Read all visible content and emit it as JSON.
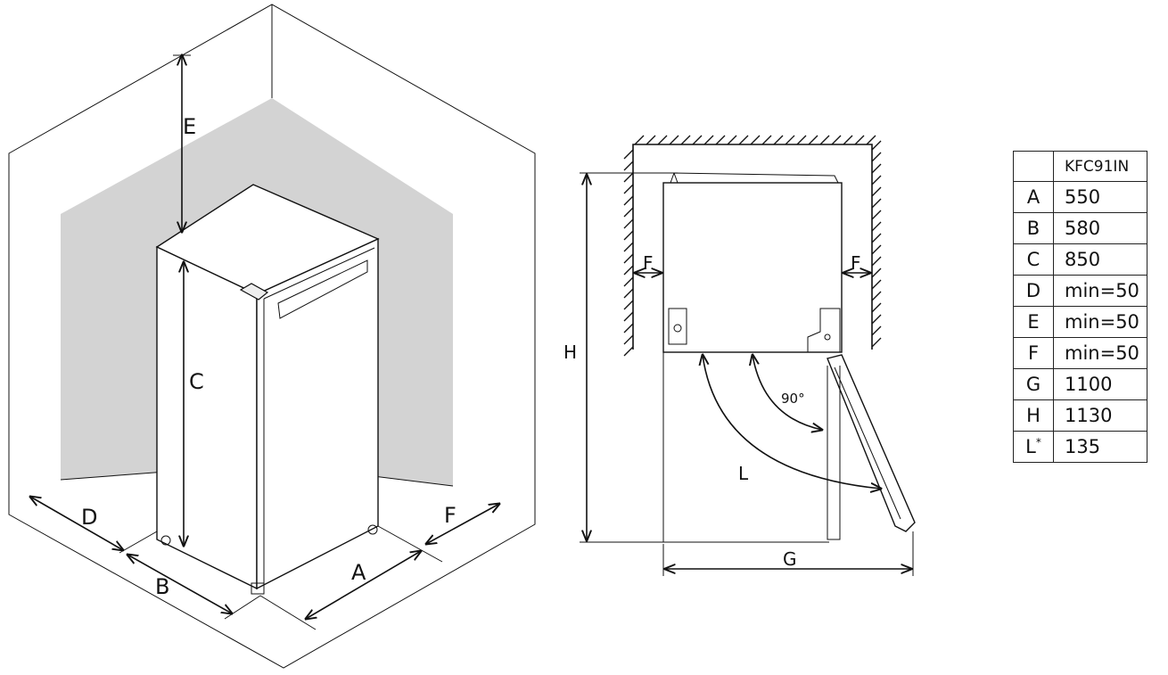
{
  "labels": {
    "A": "A",
    "B": "B",
    "C": "C",
    "D": "D",
    "E": "E",
    "F": "F",
    "G": "G",
    "H": "H",
    "L": "L",
    "angle": "90°"
  },
  "table": {
    "header": "KFC91IN",
    "rows": [
      {
        "key": "A",
        "value": "550"
      },
      {
        "key": "B",
        "value": "580"
      },
      {
        "key": "C",
        "value": "850"
      },
      {
        "key": "D",
        "value": "min=50"
      },
      {
        "key": "E",
        "value": "min=50"
      },
      {
        "key": "F",
        "value": "min=50"
      },
      {
        "key": "G",
        "value": "1100"
      },
      {
        "key": "H",
        "value": "1130"
      },
      {
        "key": "L",
        "value": "135",
        "marker": "*"
      }
    ]
  }
}
